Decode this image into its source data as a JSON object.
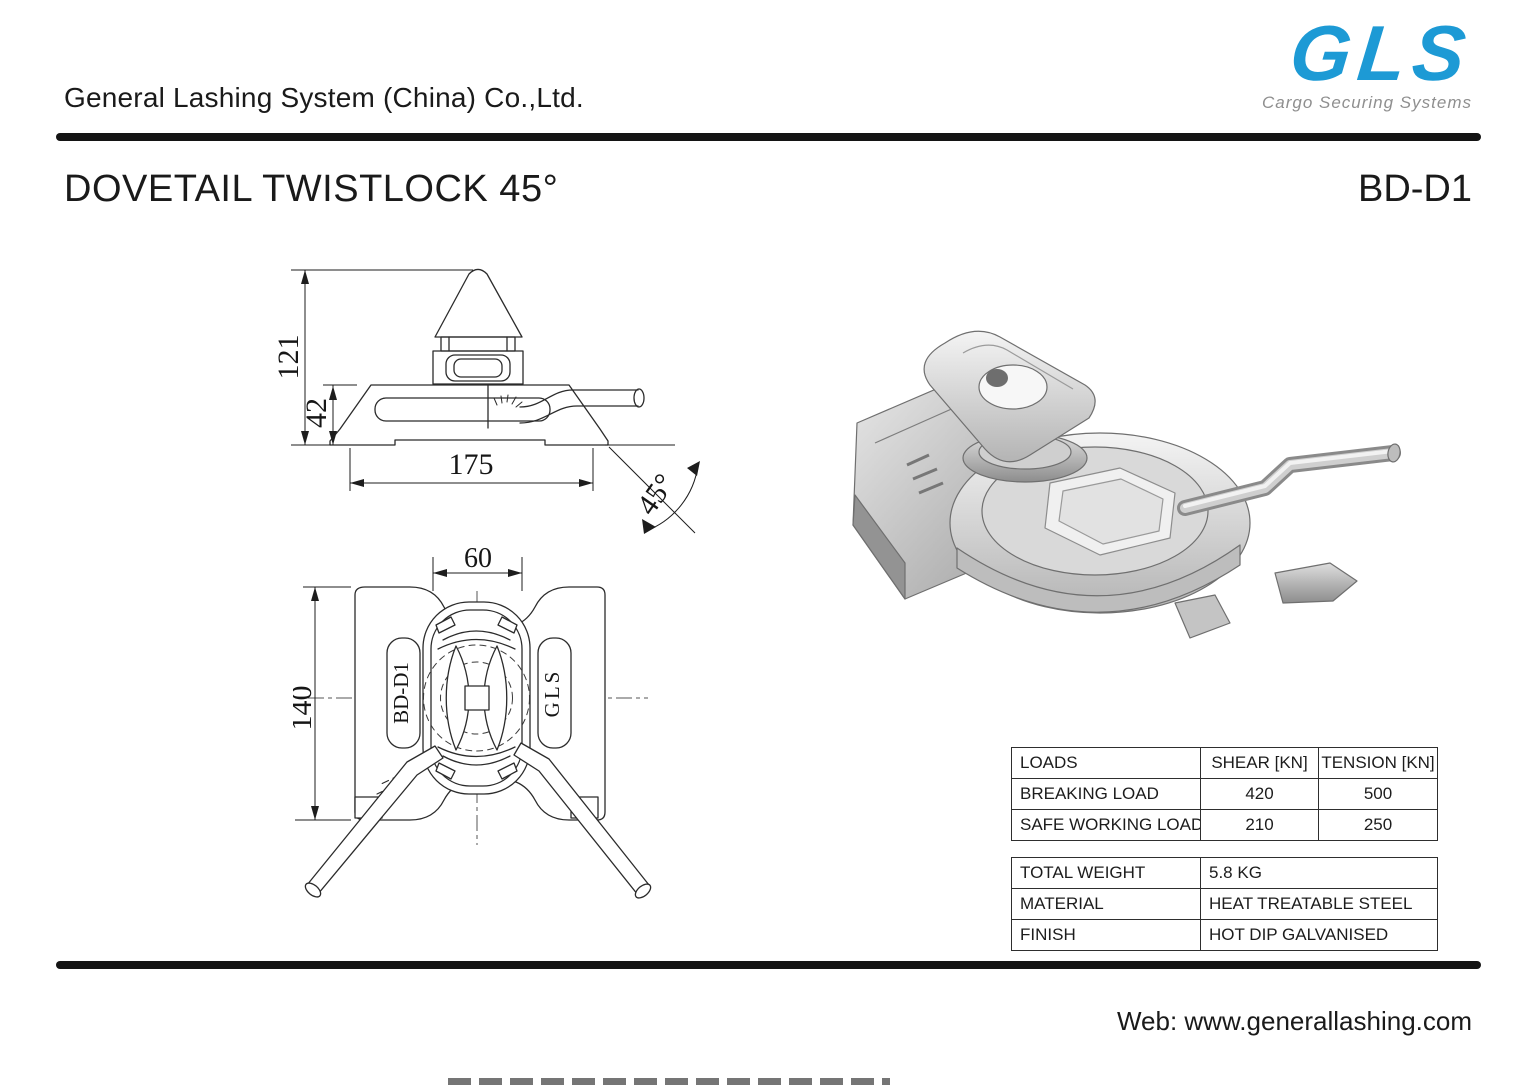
{
  "header": {
    "company": "General Lashing System (China) Co.,Ltd.",
    "logo_text": "GLS",
    "logo_tagline": "Cargo Securing Systems",
    "logo_color": "#1d9ad5",
    "tagline_color": "#8f8f8f"
  },
  "title": {
    "product": "DOVETAIL TWISTLOCK 45°",
    "model": "BD-D1"
  },
  "drawing": {
    "front_view": {
      "dim_total_height": "121",
      "dim_base_height": "42",
      "dim_width": "175",
      "dim_angle": "45°"
    },
    "top_view": {
      "dim_top_width": "60",
      "dim_height": "140",
      "label_left": "BD-D1",
      "label_right": "GLS"
    }
  },
  "loads_table": {
    "headers": {
      "col1": "LOADS",
      "col2": "SHEAR [KN]",
      "col3": "TENSION [KN]"
    },
    "rows": [
      {
        "name": "BREAKING LOAD",
        "shear": "420",
        "tension": "500"
      },
      {
        "name": "SAFE WORKING LOAD",
        "shear": "210",
        "tension": "250"
      }
    ]
  },
  "spec_table": {
    "rows": [
      {
        "name": "TOTAL WEIGHT",
        "value": "5.8 KG"
      },
      {
        "name": "MATERIAL",
        "value": "HEAT TREATABLE STEEL"
      },
      {
        "name": "FINISH",
        "value": "HOT DIP GALVANISED"
      }
    ]
  },
  "footer": {
    "website": "Web: www.generallashing.com"
  }
}
